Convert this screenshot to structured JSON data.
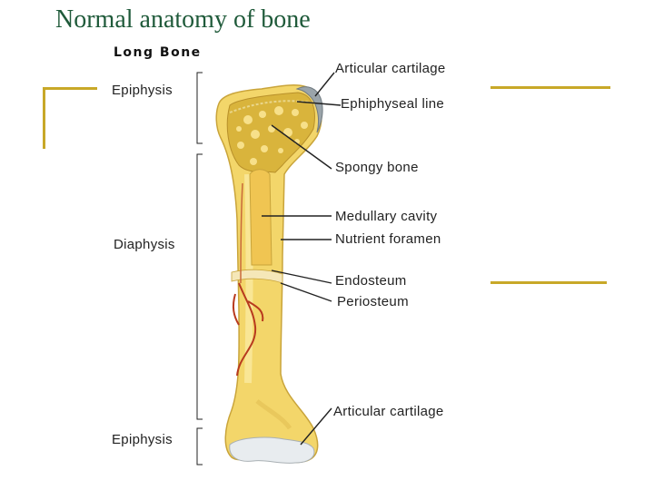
{
  "slide": {
    "title": "Normal anatomy of bone"
  },
  "figure": {
    "title": "Long Bone",
    "regions": {
      "epiphysis_top": "Epiphysis",
      "diaphysis": "Diaphysis",
      "epiphysis_bottom": "Epiphysis"
    },
    "labels": {
      "articular_cartilage_top": "Articular cartilage",
      "epiphyseal_line": "Ephiphyseal line",
      "spongy_bone": "Spongy bone",
      "medullary_cavity": "Medullary cavity",
      "nutrient_foramen": "Nutrient foramen",
      "endosteum": "Endosteum",
      "periosteum": "Periosteum",
      "articular_cartilage_bottom": "Articular cartilage"
    }
  },
  "colors": {
    "title": "#1f5a3a",
    "accent_lines": "#c8a828",
    "bone": "#f3d66a",
    "bone_light": "#faeaa0",
    "spongy": "#d9b43c",
    "vessel": "#b83a1e",
    "cartilage": "#e8ecef"
  }
}
